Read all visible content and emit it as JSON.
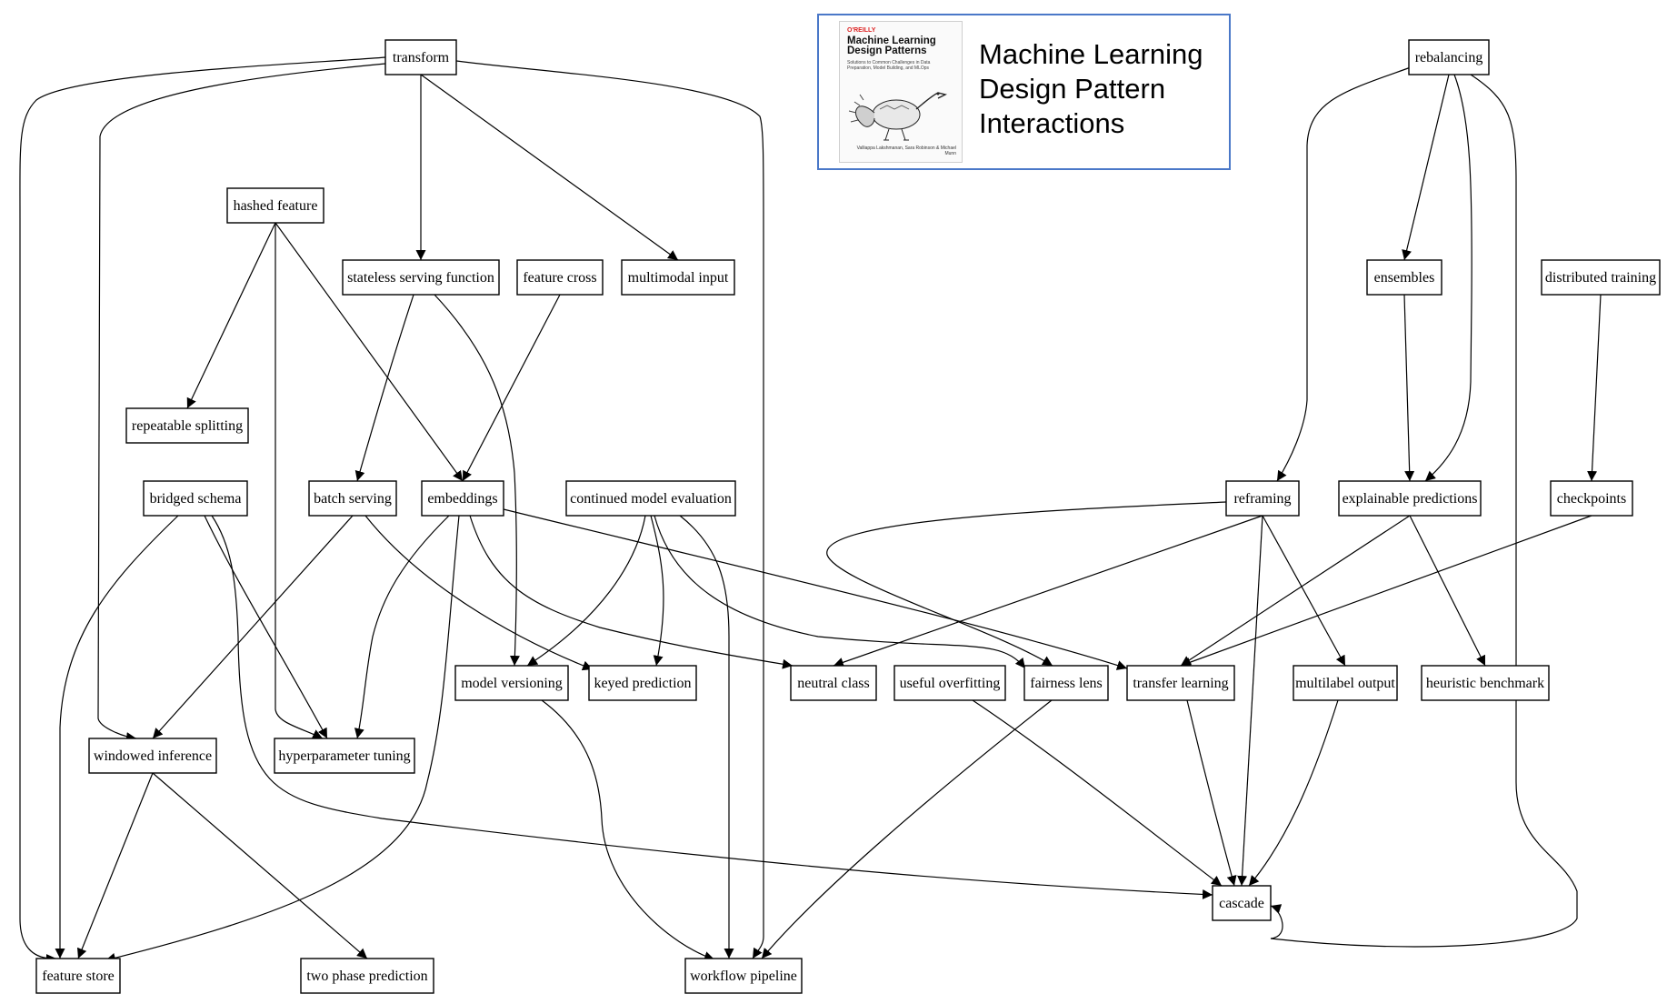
{
  "title_panel": {
    "title_lines": [
      "Machine Learning",
      "Design Pattern",
      "Interactions"
    ],
    "book_cover": {
      "publisher": "O'REILLY",
      "title": "Machine Learning Design Patterns",
      "subtitle": "Solutions to Common Challenges in Data Preparation, Model Building, and MLOps",
      "authors": "Valliappa Lakshmanan, Sara Robinson & Michael Munn"
    }
  },
  "nodes": [
    {
      "id": "transform",
      "label": "transform"
    },
    {
      "id": "rebalancing",
      "label": "rebalancing"
    },
    {
      "id": "hashed_feature",
      "label": "hashed feature"
    },
    {
      "id": "stateless_serving_function",
      "label": "stateless serving function"
    },
    {
      "id": "feature_cross",
      "label": "feature cross"
    },
    {
      "id": "multimodal_input",
      "label": "multimodal input"
    },
    {
      "id": "ensembles",
      "label": "ensembles"
    },
    {
      "id": "distributed_training",
      "label": "distributed training"
    },
    {
      "id": "repeatable_splitting",
      "label": "repeatable splitting"
    },
    {
      "id": "bridged_schema",
      "label": "bridged schema"
    },
    {
      "id": "batch_serving",
      "label": "batch serving"
    },
    {
      "id": "embeddings",
      "label": "embeddings"
    },
    {
      "id": "continued_model_evaluation",
      "label": "continued model evaluation"
    },
    {
      "id": "reframing",
      "label": "reframing"
    },
    {
      "id": "explainable_predictions",
      "label": "explainable predictions"
    },
    {
      "id": "checkpoints",
      "label": "checkpoints"
    },
    {
      "id": "model_versioning",
      "label": "model versioning"
    },
    {
      "id": "keyed_prediction",
      "label": "keyed prediction"
    },
    {
      "id": "neutral_class",
      "label": "neutral class"
    },
    {
      "id": "useful_overfitting",
      "label": "useful overfitting"
    },
    {
      "id": "fairness_lens",
      "label": "fairness lens"
    },
    {
      "id": "transfer_learning",
      "label": "transfer learning"
    },
    {
      "id": "multilabel_output",
      "label": "multilabel output"
    },
    {
      "id": "heuristic_benchmark",
      "label": "heuristic benchmark"
    },
    {
      "id": "windowed_inference",
      "label": "windowed inference"
    },
    {
      "id": "hyperparameter_tuning",
      "label": "hyperparameter tuning"
    },
    {
      "id": "cascade",
      "label": "cascade"
    },
    {
      "id": "feature_store",
      "label": "feature store"
    },
    {
      "id": "two_phase_prediction",
      "label": "two phase prediction"
    },
    {
      "id": "workflow_pipeline",
      "label": "workflow pipeline"
    }
  ],
  "edges": [
    {
      "from": "transform",
      "to": "stateless_serving_function"
    },
    {
      "from": "transform",
      "to": "multimodal_input"
    },
    {
      "from": "transform",
      "to": "windowed_inference"
    },
    {
      "from": "transform",
      "to": "feature_store"
    },
    {
      "from": "transform",
      "to": "workflow_pipeline"
    },
    {
      "from": "hashed_feature",
      "to": "repeatable_splitting"
    },
    {
      "from": "hashed_feature",
      "to": "embeddings"
    },
    {
      "from": "hashed_feature",
      "to": "hyperparameter_tuning"
    },
    {
      "from": "stateless_serving_function",
      "to": "batch_serving"
    },
    {
      "from": "stateless_serving_function",
      "to": "model_versioning"
    },
    {
      "from": "feature_cross",
      "to": "embeddings"
    },
    {
      "from": "rebalancing",
      "to": "ensembles"
    },
    {
      "from": "rebalancing",
      "to": "reframing"
    },
    {
      "from": "rebalancing",
      "to": "explainable_predictions"
    },
    {
      "from": "rebalancing",
      "to": "cascade"
    },
    {
      "from": "ensembles",
      "to": "explainable_predictions"
    },
    {
      "from": "distributed_training",
      "to": "checkpoints"
    },
    {
      "from": "bridged_schema",
      "to": "feature_store"
    },
    {
      "from": "bridged_schema",
      "to": "hyperparameter_tuning"
    },
    {
      "from": "bridged_schema",
      "to": "cascade"
    },
    {
      "from": "batch_serving",
      "to": "windowed_inference"
    },
    {
      "from": "batch_serving",
      "to": "keyed_prediction"
    },
    {
      "from": "embeddings",
      "to": "hyperparameter_tuning"
    },
    {
      "from": "embeddings",
      "to": "feature_store"
    },
    {
      "from": "embeddings",
      "to": "neutral_class"
    },
    {
      "from": "embeddings",
      "to": "transfer_learning"
    },
    {
      "from": "continued_model_evaluation",
      "to": "model_versioning"
    },
    {
      "from": "continued_model_evaluation",
      "to": "keyed_prediction"
    },
    {
      "from": "continued_model_evaluation",
      "to": "fairness_lens"
    },
    {
      "from": "continued_model_evaluation",
      "to": "workflow_pipeline"
    },
    {
      "from": "reframing",
      "to": "fairness_lens"
    },
    {
      "from": "reframing",
      "to": "neutral_class"
    },
    {
      "from": "reframing",
      "to": "multilabel_output"
    },
    {
      "from": "reframing",
      "to": "cascade"
    },
    {
      "from": "explainable_predictions",
      "to": "transfer_learning"
    },
    {
      "from": "explainable_predictions",
      "to": "heuristic_benchmark"
    },
    {
      "from": "checkpoints",
      "to": "transfer_learning"
    },
    {
      "from": "model_versioning",
      "to": "workflow_pipeline"
    },
    {
      "from": "useful_overfitting",
      "to": "cascade"
    },
    {
      "from": "fairness_lens",
      "to": "workflow_pipeline"
    },
    {
      "from": "transfer_learning",
      "to": "cascade"
    },
    {
      "from": "multilabel_output",
      "to": "cascade"
    },
    {
      "from": "windowed_inference",
      "to": "feature_store"
    },
    {
      "from": "windowed_inference",
      "to": "two_phase_prediction"
    }
  ]
}
